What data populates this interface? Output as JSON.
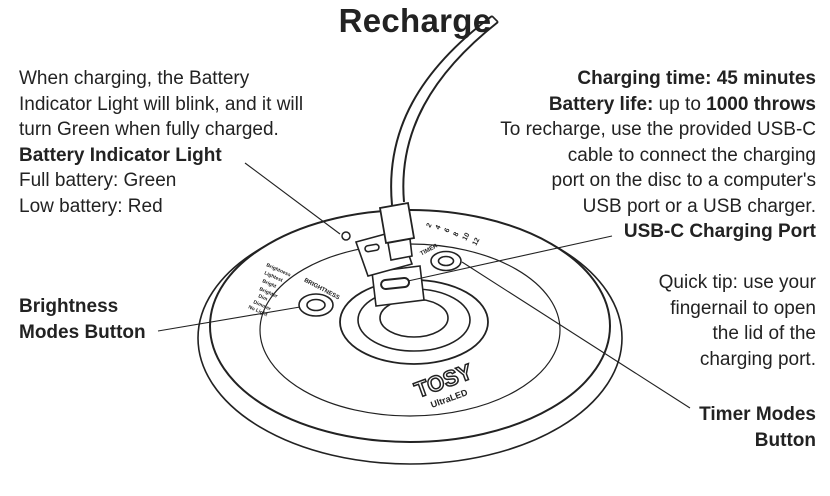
{
  "title": "Recharge",
  "left_note": {
    "lines": [
      "When charging, the Battery",
      "Indicator Light will blink, and it will",
      "turn Green when fully charged."
    ]
  },
  "battery_indicator": {
    "heading": "Battery Indicator Light",
    "full": "Full battery: Green",
    "low": "Low battery: Red"
  },
  "brightness_button": {
    "line1": "Brightness",
    "line2": "Modes Button"
  },
  "specs": {
    "charging_label": "Charging time:",
    "charging_value": "45 minutes",
    "battery_label": "Battery life:",
    "battery_mid": "up to",
    "battery_value": "1000 throws"
  },
  "recharge_note": {
    "lines": [
      "To recharge, use the provided USB-C",
      "cable to connect the charging",
      "port on the disc to a computer's",
      "USB port or a USB charger."
    ]
  },
  "usb_port_label": "USB-C Charging Port",
  "quick_tip": {
    "lines": [
      "Quick tip: use your",
      "fingernail to open",
      "the lid of the",
      "charging port."
    ]
  },
  "timer_button": {
    "line1": "Timer Modes",
    "line2": "Button"
  },
  "disc_printing": {
    "brand": "TOSY",
    "model": "UltraLED",
    "brightness_tag": "BRIGHTNESS",
    "timer_tag": "TIMER",
    "brightness_modes": [
      "Brightness",
      "Lightest",
      "Bright",
      "Brighter",
      "Dim",
      "Dimmer",
      "No Light"
    ],
    "timer_modes": [
      "2",
      "4",
      "6",
      "8",
      "10",
      "12"
    ]
  }
}
